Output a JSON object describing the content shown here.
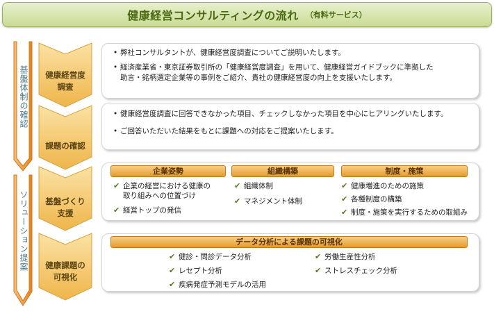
{
  "title": {
    "main": "健康経営コンサルティングの流れ",
    "sub": "（有料サービス）"
  },
  "side_labels": {
    "diagnosis": "基盤体制の確認",
    "solution": "ソリューション提案"
  },
  "steps": [
    {
      "label_1": "健康経営度",
      "label_2": "調査"
    },
    {
      "label_1": "課題の確認",
      "label_2": ""
    },
    {
      "label_1": "基盤づくり",
      "label_2": "支援"
    },
    {
      "label_1": "健康課題の",
      "label_2": "可視化"
    }
  ],
  "survey": {
    "bullets": [
      "弊社コンサルタントが、健康経営度調査についてご説明いたします。",
      "経済産業省・東京証券取引所の「健康経営度調査」を用いて、健康経営ガイドブックに準拠した",
      "助言・銘柄選定企業等の事例をご紹介、貴社の健康経営度の向上を支援いたします。"
    ]
  },
  "issues": {
    "bullets": [
      "健康経営度調査に回答できなかった項目、チェックしなかった項目を中心にヒアリングいたします。",
      "ご回答いただいた結果をもとに課題への対応をご提案いたします。"
    ]
  },
  "foundation": {
    "categories": [
      {
        "title": "企業姿勢",
        "items": [
          "企業の経営における健康の",
          "取り組みへの位置づけ",
          "経営トップの発信"
        ]
      },
      {
        "title": "組織構築",
        "items": [
          "組織体制",
          "マネジメント体制"
        ]
      },
      {
        "title": "制度・施策",
        "items": [
          "健康増進のための施策",
          "各種制度の構築",
          "制度・施策を実行するための取組み"
        ]
      }
    ]
  },
  "visualization": {
    "title": "データ分析による課題の可視化",
    "items_left": [
      "健診・問診データ分析",
      "レセプト分析",
      "疾病発症予測モデルの活用"
    ],
    "items_right": [
      "労働生産性分析",
      "ストレスチェック分析"
    ]
  },
  "colors": {
    "accent_green": "#4a6a12",
    "chevron_fill": "#f3c96a",
    "header_orange": "#e89a28",
    "bracket": "#e9902a"
  }
}
